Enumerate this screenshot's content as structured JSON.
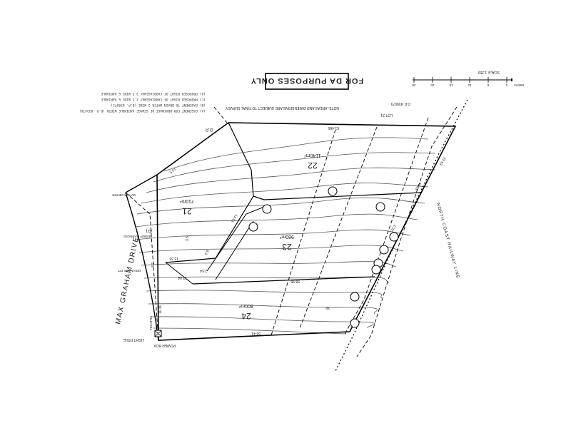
{
  "title_box": "FOR DA PURPOSES ONLY",
  "note": "NOTE: AREAS AND DIMENSIONS ARE SUBJECT TO FINAL SURVEY",
  "scale": {
    "title": "SCALE 1:250",
    "ticks": [
      "0",
      "5",
      "10",
      "15",
      "20",
      "25"
    ],
    "units": "Metres"
  },
  "legend": [
    "(A) EASEMENT FOR DRAINAGE OF SEWAGE VARIABLE WIDTH (D.P. 833476)",
    "(B) EASEMENT TO DRAIN WATER 2 WIDE (D.P. 839072)",
    "(C) PROPOSED RIGHT OF CARRIAGEWAY 2.5 WIDE & VARIABLE",
    "(D) PROPOSED RIGHT OF CARRIAGEWAY 3.5 WIDE & VARIABLE"
  ],
  "dp_ref": "D.P. 839073",
  "lot_21_above": "LOT 21",
  "dp_side": "D.P.",
  "lots": [
    {
      "number": "22",
      "area": "1140m²"
    },
    {
      "number": "21",
      "area": "710m²"
    },
    {
      "number": "23",
      "area": "980m²"
    },
    {
      "number": "24",
      "area": "800m²"
    }
  ],
  "road": "MAX GRAHAM DRIVE",
  "railway": "NORTH COAST RAILWAY LINE",
  "labels": {
    "sewer_manhole": "SEWER MANHOLE",
    "sewer": "SEWER",
    "water_meter": "WATER METER",
    "drainage_pit": "DRAINAGE PIT",
    "light_pole": "LIGHT POLE",
    "power_box": "POWER BOX",
    "telstra": "TELSTRA",
    "easement_d": "(D)"
  },
  "dimensions": {
    "top": "61.465",
    "bottom": "56.41",
    "boundary_mid": "58.95",
    "right_upper": "22.63",
    "left_1": "13.5",
    "left_2": "13.51",
    "left_3": "3.7",
    "left_4": "11.31",
    "inner_1": "13.44",
    "inner_2": "15.33",
    "inner_3": "6.3",
    "inner_4": "3.5",
    "inner_5": "2.54",
    "inner_6": "30",
    "inner_7": "41.53",
    "inner_8": "22.3"
  }
}
